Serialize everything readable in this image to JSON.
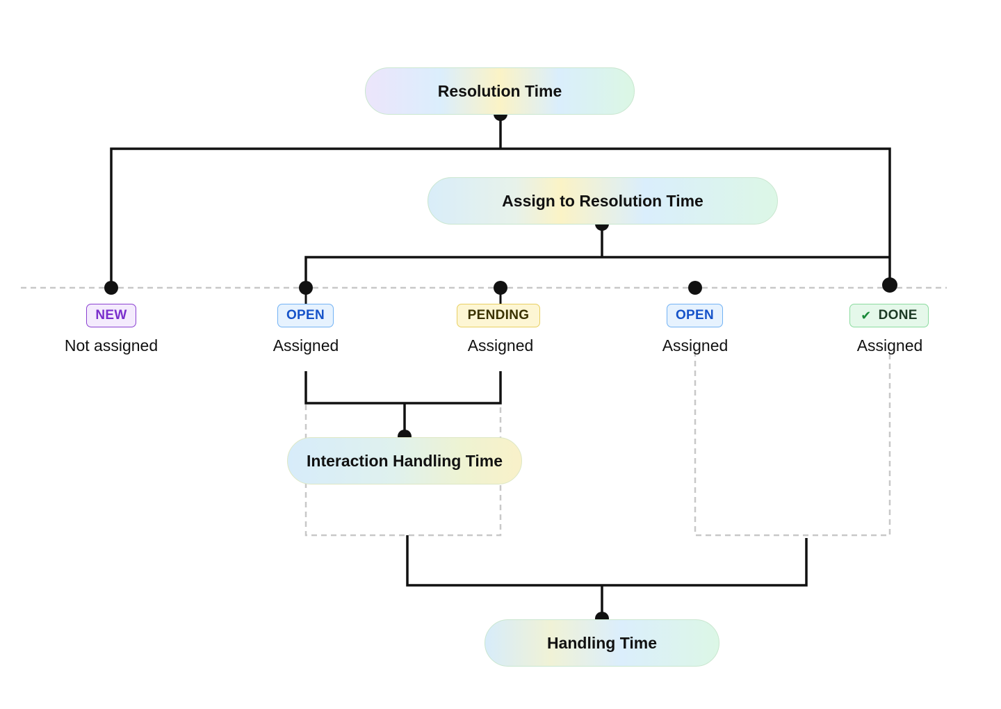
{
  "nodes": {
    "resolution_time": "Resolution Time",
    "assign_to_resolution_time": "Assign to Resolution Time",
    "interaction_handling_time": "Interaction Handling Time",
    "handling_time": "Handling Time"
  },
  "states": [
    {
      "badge": "NEW",
      "caption": "Not assigned",
      "color": "#7a2fcc"
    },
    {
      "badge": "OPEN",
      "caption": "Assigned",
      "color": "#1653c9"
    },
    {
      "badge": "PENDING",
      "caption": "Assigned",
      "color": "#3a3200"
    },
    {
      "badge": "OPEN",
      "caption": "Assigned",
      "color": "#1653c9"
    },
    {
      "badge": "DONE",
      "caption": "Assigned",
      "color": "#1b8a3a",
      "icon": "check-icon"
    }
  ]
}
